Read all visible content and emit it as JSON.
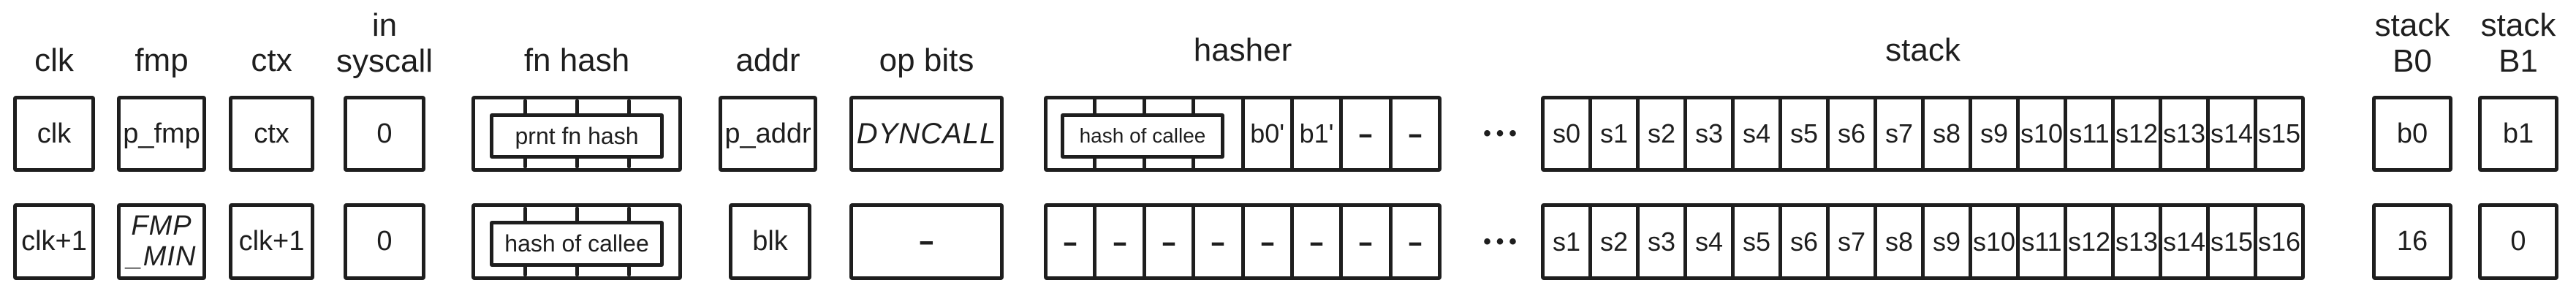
{
  "style": {
    "ink": "#1e1e1e",
    "background": "#ffffff"
  },
  "columns": {
    "clk": {
      "header": "clk",
      "row1": "clk",
      "row2": "clk+1"
    },
    "fmp": {
      "header": "fmp",
      "row1": "p_fmp",
      "row2_line1": "FMP",
      "row2_line2": "_MIN"
    },
    "ctx": {
      "header": "ctx",
      "row1": "ctx",
      "row2": "clk+1"
    },
    "in_syscall": {
      "header_line1": "in",
      "header_line2": "syscall",
      "row1": "0",
      "row2": "0"
    },
    "fn_hash": {
      "header": "fn hash",
      "row1_label": "prnt fn hash",
      "row2_label": "hash of callee"
    },
    "addr": {
      "header": "addr",
      "row1": "p_addr",
      "row2": "blk"
    },
    "op_bits": {
      "header": "op bits",
      "row1": "DYNCALL",
      "row2": "-"
    },
    "hasher": {
      "header": "hasher",
      "row1_label": "hash of callee",
      "row1_cells": [
        "",
        "",
        "",
        "",
        "b0'",
        "b1'",
        "-",
        "-"
      ],
      "row2_cells": [
        "-",
        "-",
        "-",
        "-",
        "-",
        "-",
        "-",
        "-"
      ]
    },
    "ellipsis": {
      "row1": "•••",
      "row2": "•••"
    },
    "stack": {
      "header": "stack",
      "row1_cells": [
        "s0",
        "s1",
        "s2",
        "s3",
        "s4",
        "s5",
        "s6",
        "s7",
        "s8",
        "s9",
        "s10",
        "s11",
        "s12",
        "s13",
        "s14",
        "s15"
      ],
      "row2_cells": [
        "s1",
        "s2",
        "s3",
        "s4",
        "s5",
        "s6",
        "s7",
        "s8",
        "s9",
        "s10",
        "s11",
        "s12",
        "s13",
        "s14",
        "s15",
        "s16"
      ]
    },
    "stack_b0": {
      "header_line1": "stack",
      "header_line2": "B0",
      "row1": "b0",
      "row2": "16"
    },
    "stack_b1": {
      "header_line1": "stack",
      "header_line2": "B1",
      "row1": "b1",
      "row2": "0"
    }
  }
}
